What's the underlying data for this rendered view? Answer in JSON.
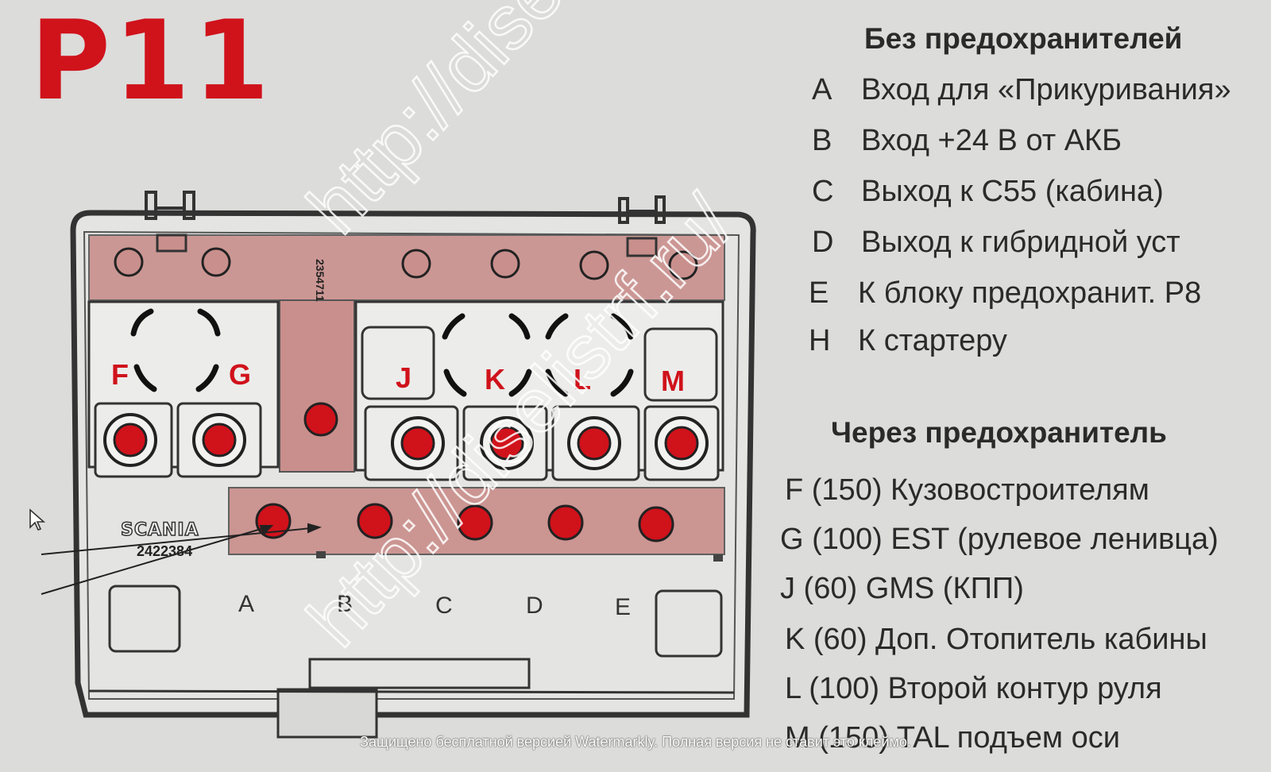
{
  "title": "P11",
  "legend": {
    "direct_heading": "Без предохранителей",
    "direct": [
      {
        "code": "A",
        "text": "Вход для «Прикуривания»"
      },
      {
        "code": "B",
        "text": "Вход +24 В от АКБ"
      },
      {
        "code": "C",
        "text": "Выход к С55 (кабина)"
      },
      {
        "code": "D",
        "text": "Выход к гибридной уст"
      },
      {
        "code": "E",
        "text": "К блоку предохранит. Р8"
      },
      {
        "code": "H",
        "text": "К стартеру"
      }
    ],
    "fused_heading": "Через предохранитель",
    "fused": [
      "F (150) Кузовостроителям",
      "G (100) EST (рулевое ленивца)",
      "J (60) GMS (КПП)",
      "K (60) Доп. Отопитель кабины",
      "L (100) Второй контур руля",
      "M (150) TAL  подъем оси"
    ]
  },
  "diagram": {
    "brand": "SCANIA",
    "part_number": "2422384",
    "bar_part_number": "2354711",
    "fuse_labels": [
      "F",
      "G",
      "J",
      "K",
      "L",
      "M"
    ],
    "terminal_labels": [
      "A",
      "B",
      "C",
      "D",
      "E"
    ],
    "colors": {
      "accent": "#d0121b",
      "highlight": "#c98f8c",
      "outline": "#333333"
    }
  },
  "watermark": {
    "url": "http://diselistrf.ru/",
    "caption": "Защищено бесплатной версией Watermarkly. Полная версия не ставит это клеймо."
  }
}
